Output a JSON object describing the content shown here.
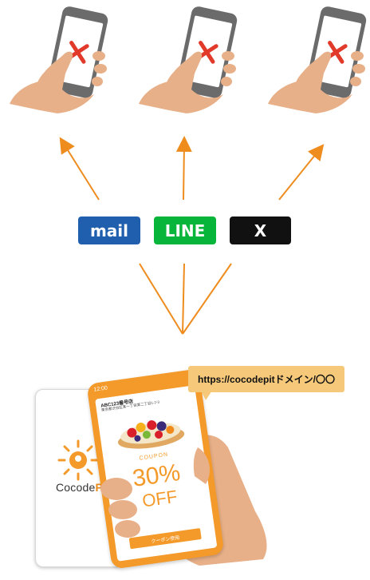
{
  "channels": [
    {
      "label": "mail",
      "color": "#1f5fae"
    },
    {
      "label": "LINE",
      "color": "#07b53b"
    },
    {
      "label": "X",
      "color": "#111111"
    }
  ],
  "bubble": {
    "url_text": "https://cocodepitドメイン/〇〇"
  },
  "poster": {
    "brand_prefix": "Cocode",
    "brand_suffix": "Pit"
  },
  "phone": {
    "status_time": "12:00",
    "store_name": "ABC123番号店",
    "store_address": "東京都渋谷区某一丁目某二丁目1-2-3",
    "coupon_label": "COUPON",
    "discount": "30%",
    "off_label": "OFF",
    "use_button": "クーポン使用"
  },
  "colors": {
    "accent_orange": "#f49a2a",
    "arrow": "#ee8c1e",
    "bubble": "#f6c97a",
    "skin": "#e8b088"
  }
}
